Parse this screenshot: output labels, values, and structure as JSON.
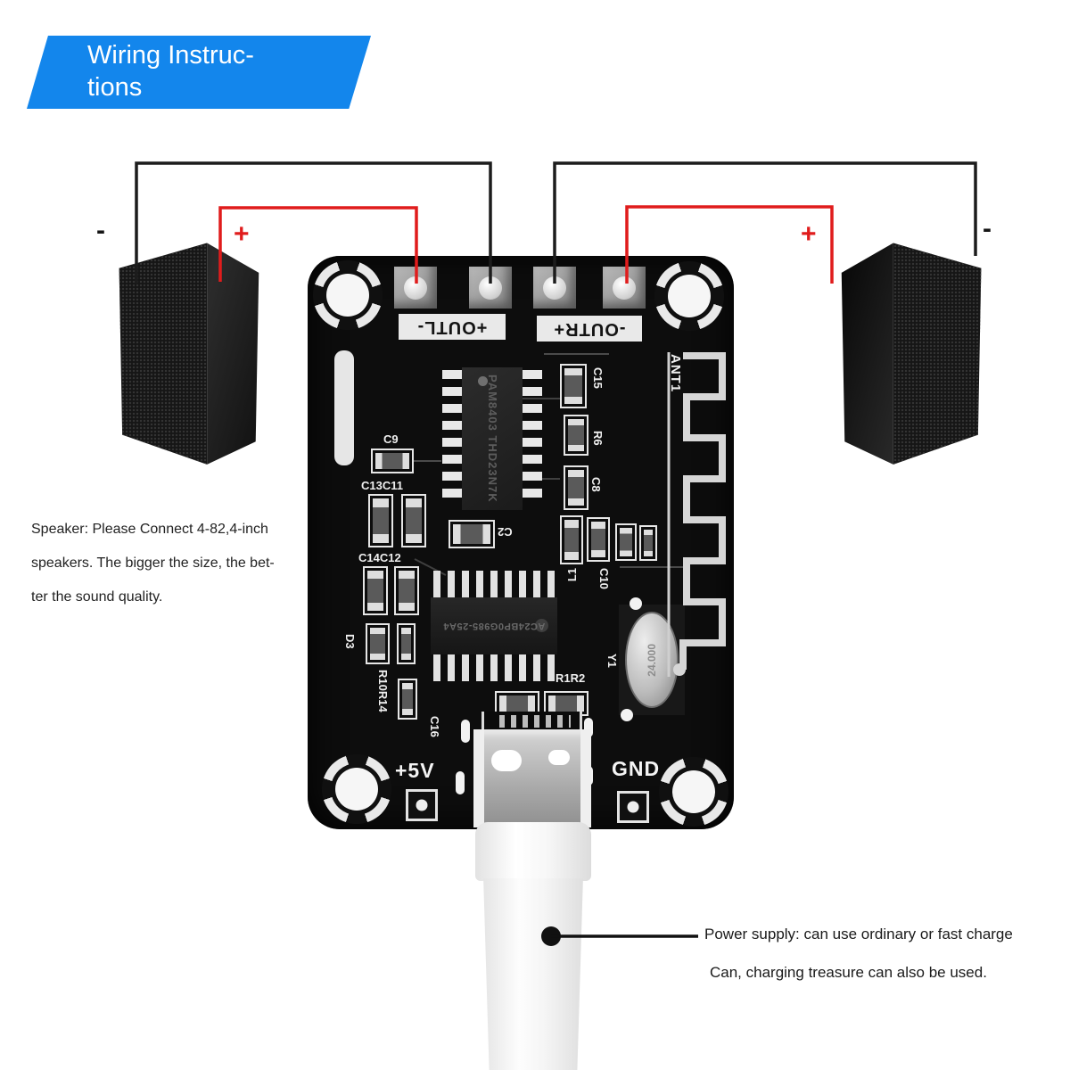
{
  "banner": {
    "l1": "Wiring Instruc-",
    "l2": "tions"
  },
  "polarity": {
    "left_minus": "-",
    "left_plus": "+",
    "right_plus": "+",
    "right_minus": "-"
  },
  "speaker_note": {
    "l1": "Speaker: Please Connect 4-82,4-inch",
    "l2": "speakers. The bigger the size, the bet-",
    "l3": "ter the sound quality."
  },
  "power_note": {
    "l1": "Power supply: can use ordinary or fast charge",
    "l2": "Can, charging treasure can also be used."
  },
  "board": {
    "silk_outl": "+OUTL-",
    "silk_outr": "-OUTR+",
    "ant": "ANT1",
    "plus5v": "+5V",
    "gnd": "GND",
    "amp_ic": {
      "l1": "PAM8403",
      "l2": "THD23N7K"
    },
    "bt_ic": "AC24BP0G985-25A4",
    "crystal": {
      "label": "Y1",
      "freq": "24.000"
    },
    "refs": {
      "c15": "C15",
      "r6": "R6",
      "c8": "C8",
      "c9": "C9",
      "c13c11": "C13C11",
      "c14c12": "C14C12",
      "c2": "C2",
      "d3": "D3",
      "r10r14": "R10R14",
      "c16": "C16",
      "r1r2": "R1R2",
      "l1": "L1",
      "c10": "C10"
    }
  },
  "colors": {
    "banner_blue": "#1386ec",
    "wire_red": "#e01c1c",
    "wire_black": "#1c1c1c"
  }
}
